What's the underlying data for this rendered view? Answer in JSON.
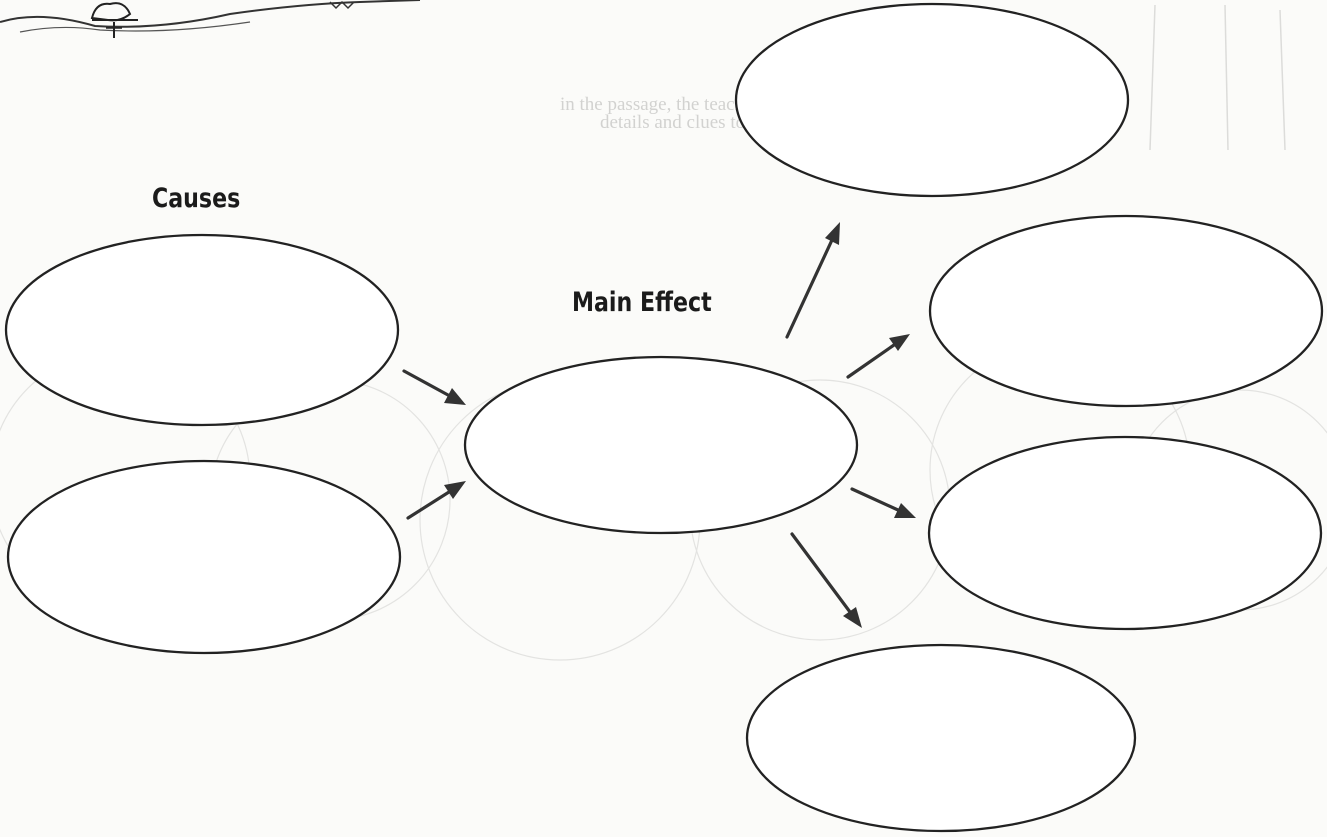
{
  "labels": {
    "causes": "Causes",
    "main_effect": "Main Effect"
  },
  "bleed_through": {
    "line_1": "in the passage, the teacher will read the",
    "line_2": "details and clues to the story."
  },
  "colors": {
    "ink": "#222222",
    "arrow": "#333333",
    "paper": "#fbfbf9",
    "bleed_through": "#d2d2d0"
  }
}
